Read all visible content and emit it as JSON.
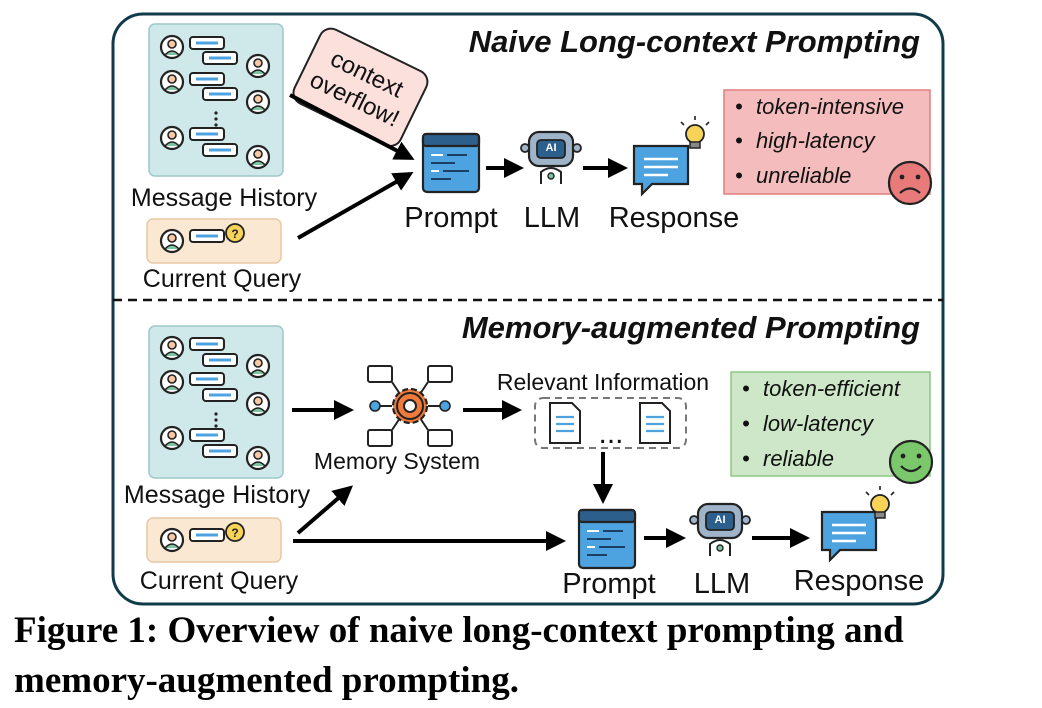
{
  "top": {
    "title": "Naive Long-context Prompting",
    "message_history": "Message History",
    "current_query": "Current Query",
    "overflow_line1": "context",
    "overflow_line2": "overflow!",
    "prompt": "Prompt",
    "llm": "LLM",
    "response": "Response",
    "llm_badge": "AI",
    "bullets": [
      "token-intensive",
      "high-latency",
      "unreliable"
    ]
  },
  "bottom": {
    "title": "Memory-augmented Prompting",
    "message_history": "Message History",
    "current_query": "Current Query",
    "memory_system": "Memory System",
    "relevant_info": "Relevant Information",
    "ellipsis": "...",
    "prompt": "Prompt",
    "llm": "LLM",
    "response": "Response",
    "llm_badge": "AI",
    "bullets": [
      "token-efficient",
      "low-latency",
      "reliable"
    ]
  },
  "caption": {
    "line1": "Figure 1: Overview of naive long-context prompting and",
    "line2": "memory-augmented prompting."
  },
  "colors": {
    "history_bg": "#cfe9ea",
    "query_bg": "#fbe8d3",
    "overflow_bg": "#fbe0dc",
    "bad_box": "#f4bcbc",
    "good_box": "#cde7c8",
    "sad_face": "#e97a7a",
    "happy_face": "#7bc86c",
    "prompt_blue": "#4da3e0",
    "gear_orange": "#f07a3c"
  }
}
